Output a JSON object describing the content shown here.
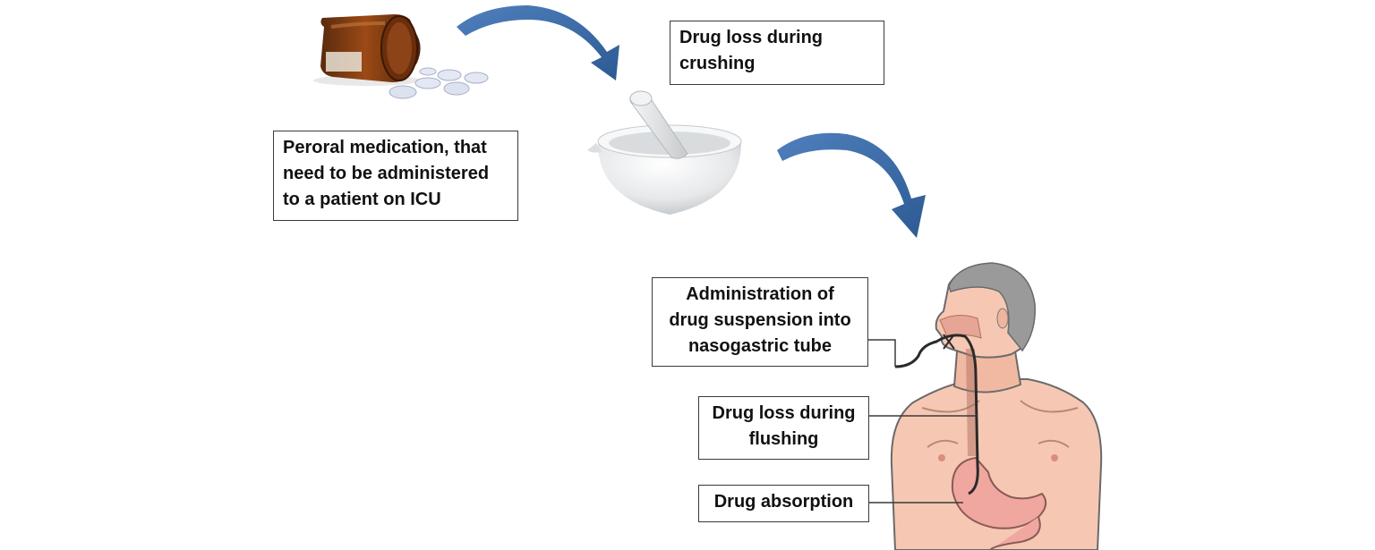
{
  "labels": {
    "peroral_medication": "Peroral medication, that\nneed to be administered\nto a patient on ICU",
    "drug_loss_crushing": "Drug loss during\ncrushing",
    "administration_ngt": "Administration of\ndrug suspension into\nnasogastric tube",
    "drug_loss_flushing": "Drug loss during\nflushing",
    "drug_absorption": "Drug absorption"
  },
  "colors": {
    "arrow": "#3b6aa6",
    "bottle": "#7a3a12",
    "pill": "#e4e8f4",
    "mortar": "#e9ebec",
    "skin": "#f6c8b4",
    "hair": "#9a9a9a",
    "tube": "#2a2a2a"
  },
  "icons": [
    "medicine-bottle-icon",
    "tablets-icon",
    "mortar-pestle-icon",
    "human-torso-icon",
    "nasogastric-tube-icon",
    "stomach-icon",
    "curved-arrow-icon"
  ]
}
